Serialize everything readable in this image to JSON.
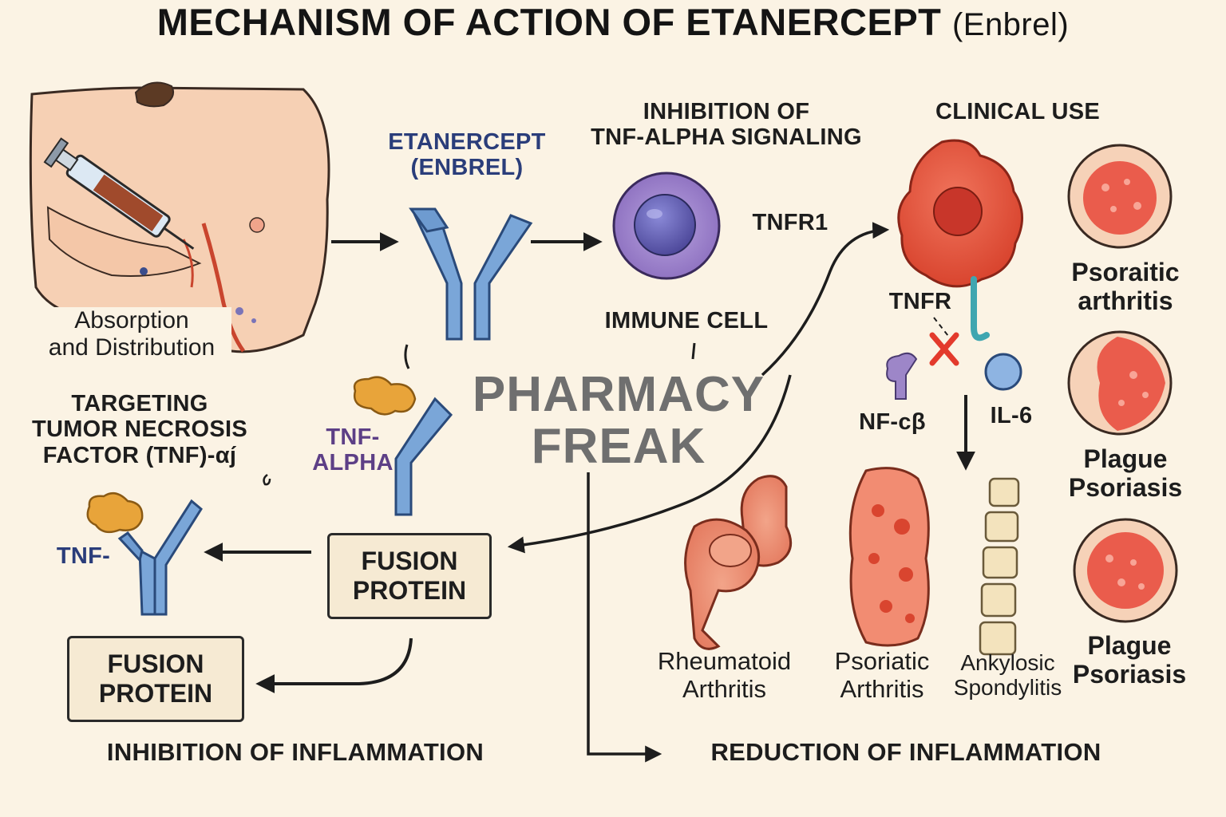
{
  "title": {
    "main": "MECHANISM OF ACTION OF ETANERCEPT",
    "sub": "(Enbrel)"
  },
  "absorption": {
    "line1": "Absorption",
    "line2": "and Distribution"
  },
  "drug": {
    "line1": "ETANERCEPT",
    "line2": "(ENBREL)"
  },
  "inhibition_signaling": {
    "line1": "INHIBITION OF",
    "line2": "TNF-ALPHA SIGNALING"
  },
  "tnfr1": "TNFR1",
  "immune_cell": "IMMUNE CELL",
  "clinical_use": "CLINICAL USE",
  "tnfr": "TNFR",
  "nfkb": "NF-cβ",
  "il6": "IL-6",
  "targeting": {
    "line1": "TARGETING",
    "line2": "TUMOR NECROSIS",
    "line3": "FACTOR (TNF)-αȷ́"
  },
  "tnf_alpha": {
    "line1": "TNF-",
    "line2": "ALPHA"
  },
  "tnf_small": "TNF-",
  "watermark": {
    "line1": "PHARMACY",
    "line2": "FREAK"
  },
  "fusion_center": {
    "line1": "FUSION",
    "line2": "PROTEIN"
  },
  "fusion_left": {
    "line1": "FUSION",
    "line2": "PROTEIN"
  },
  "inhibition_inflammation": "INHIBITION OF INFLAMMATION",
  "reduction_inflammation": "REDUCTION OF INFLAMMATION",
  "conditions": {
    "ra": {
      "line1": "Rheumatoid",
      "line2": "Arthritis"
    },
    "psa": {
      "line1": "Psoriatic",
      "line2": "Arthritis"
    },
    "as": {
      "line1": "Ankylosic",
      "line2": "Spondylitis"
    }
  },
  "side_conditions": {
    "c1": {
      "line1": "Psoraitic",
      "line2": "arthritis"
    },
    "c2": {
      "line1": "Plague",
      "line2": "Psoriasis"
    },
    "c3": {
      "line1": "Plague",
      "line2": "Psoriasis"
    }
  },
  "colors": {
    "background": "#fbf3e4",
    "antibody_blue": "#6e9bd0",
    "tnf_yellow": "#e8a43a",
    "immune_purple": "#9b7fc9",
    "inflamed_red": "#e4573e"
  }
}
